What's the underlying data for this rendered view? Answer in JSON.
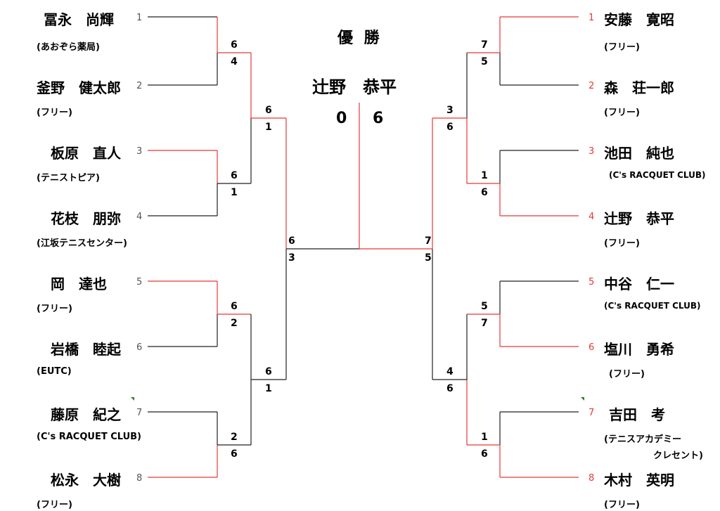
{
  "title": "優 勝",
  "champion": "辻野　恭平",
  "final_score": {
    "left": "0",
    "right": "6"
  },
  "left": [
    {
      "seed": "1",
      "name": "冨永　尚輝",
      "aff": "(あおぞら薬局)"
    },
    {
      "seed": "2",
      "name": "釜野　健太郎",
      "aff": "(フリー)"
    },
    {
      "seed": "3",
      "name": "板原　直人",
      "aff": "(テニストピア)"
    },
    {
      "seed": "4",
      "name": "花枝　朋弥",
      "aff": "(江坂テニスセンター)"
    },
    {
      "seed": "5",
      "name": "岡　達也",
      "aff": "(フリー)"
    },
    {
      "seed": "6",
      "name": "岩橋　睦起",
      "aff": "(EUTC)"
    },
    {
      "seed": "7",
      "name": "藤原　紀之",
      "aff": "(C's RACQUET CLUB)"
    },
    {
      "seed": "8",
      "name": "松永　大樹",
      "aff": "(フリー)"
    }
  ],
  "right": [
    {
      "seed": "1",
      "name": "安藤　寛昭",
      "aff": "(フリー)"
    },
    {
      "seed": "2",
      "name": "森　荘一郎",
      "aff": "(フリー)"
    },
    {
      "seed": "3",
      "name": "池田　純也",
      "aff": "(C's RACQUET CLUB)"
    },
    {
      "seed": "4",
      "name": "辻野　恭平",
      "aff": "(フリー)"
    },
    {
      "seed": "5",
      "name": "中谷　仁一",
      "aff": "(C's RACQUET CLUB)"
    },
    {
      "seed": "6",
      "name": "塩川　勇希",
      "aff": "(フリー)"
    },
    {
      "seed": "7",
      "name": "吉田　考",
      "aff": "(テニスアカデミー",
      "aff2": "クレセント)"
    },
    {
      "seed": "8",
      "name": "木村　英明",
      "aff": "(フリー)"
    }
  ],
  "scores": {
    "left_r1": [
      [
        "6",
        "4"
      ],
      [
        "6",
        "1"
      ],
      [
        "6",
        "2"
      ],
      [
        "2",
        "6"
      ]
    ],
    "left_r2": [
      [
        "6",
        "1"
      ],
      [
        "6",
        "1"
      ]
    ],
    "left_sf": [
      "6",
      "3"
    ],
    "right_r1": [
      [
        "7",
        "5"
      ],
      [
        "1",
        "6"
      ],
      [
        "5",
        "7"
      ],
      [
        "1",
        "6"
      ]
    ],
    "right_r2": [
      [
        "3",
        "6"
      ],
      [
        "4",
        "6"
      ]
    ],
    "right_sf": [
      "7",
      "5"
    ]
  },
  "colors": {
    "win": "#e53935",
    "loss": "#222222"
  }
}
